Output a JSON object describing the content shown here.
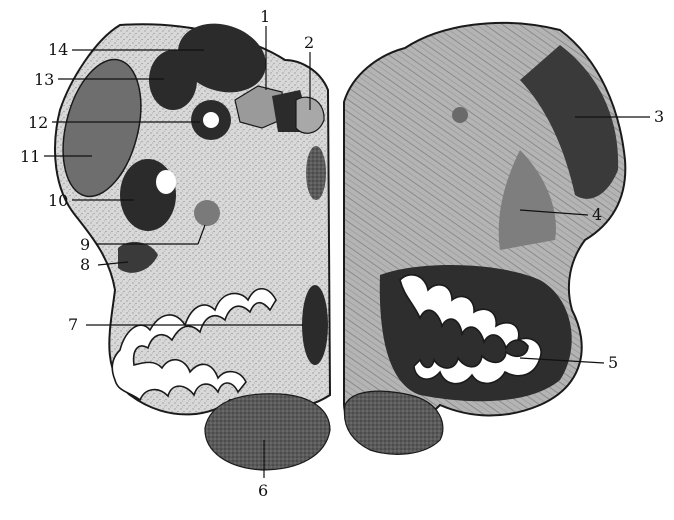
{
  "figure": {
    "labels": [
      {
        "id": "1",
        "text": "1"
      },
      {
        "id": "2",
        "text": "2"
      },
      {
        "id": "3",
        "text": "3"
      },
      {
        "id": "4",
        "text": "4"
      },
      {
        "id": "5",
        "text": "5"
      },
      {
        "id": "6",
        "text": "6"
      },
      {
        "id": "7",
        "text": "7"
      },
      {
        "id": "8",
        "text": "8"
      },
      {
        "id": "9",
        "text": "9"
      },
      {
        "id": "10",
        "text": "10"
      },
      {
        "id": "11",
        "text": "11"
      },
      {
        "id": "12",
        "text": "12"
      },
      {
        "id": "13",
        "text": "13"
      },
      {
        "id": "14",
        "text": "14"
      }
    ],
    "colors": {
      "background": "#ffffff",
      "tissue_light": "#d6d6d6",
      "tissue_mid": "#a9a9a9",
      "nucleus_dark": "#2b2b2b",
      "nucleus_gray": "#7a7a7a",
      "outline": "#1a1a1a",
      "olive_white": "#ffffff"
    }
  }
}
